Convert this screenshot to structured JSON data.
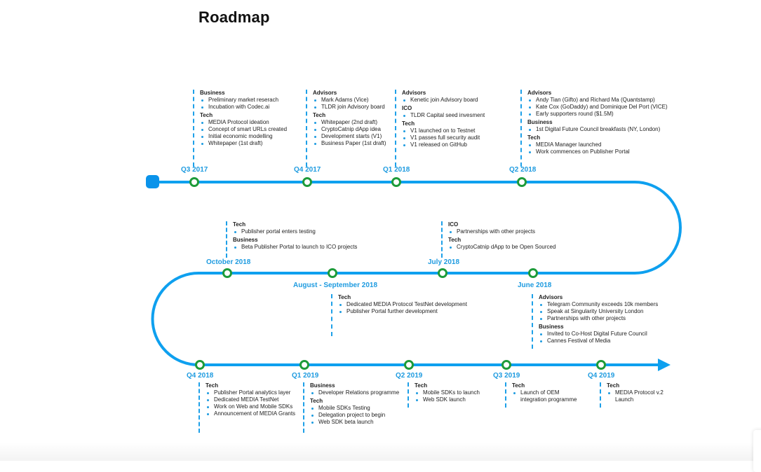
{
  "page": {
    "title": "Roadmap"
  },
  "colors": {
    "track": "#0ea0ef",
    "node_ring": "#1e9b3a",
    "label": "#1e9be0"
  },
  "milestones": [
    {
      "label": "Q3 2017",
      "sections": [
        {
          "category": "Business",
          "items": [
            "Preliminary market reserach",
            "Incubation with Codec.ai"
          ]
        },
        {
          "category": "Tech",
          "items": [
            "MEDIA Protocol ideation",
            "Concept of smart URLs created",
            "Initial economic modelling",
            "Whitepaper (1st draft)"
          ]
        }
      ]
    },
    {
      "label": "Q4 2017",
      "sections": [
        {
          "category": "Advisors",
          "items": [
            "Mark Adams (Vice)",
            "TLDR join Advisory board"
          ]
        },
        {
          "category": "Tech",
          "items": [
            "Whitepaper (2nd draft)",
            "CryptoCatnip dApp idea",
            "Development starts (V1)",
            "Business Paper (1st draft)"
          ]
        }
      ]
    },
    {
      "label": "Q1 2018",
      "sections": [
        {
          "category": "Advisors",
          "items": [
            "Kenetic join Advisory board"
          ]
        },
        {
          "category": "ICO",
          "items": [
            "TLDR Capital seed invesment"
          ]
        },
        {
          "category": "Tech",
          "items": [
            "V1 launched on to Testnet",
            "V1 passes full security audit",
            "V1 released on GitHub"
          ]
        }
      ]
    },
    {
      "label": "Q2 2018",
      "sections": [
        {
          "category": "Advisors",
          "items": [
            "Andy Tian (Gifto) and Richard Ma (Quantstamp)",
            "Kate Cox (GoDaddy) and Dominique Del Port (VICE)",
            "Early supporters round ($1.5M)"
          ]
        },
        {
          "category": "Business",
          "items": [
            "1st Digital Future Council breakfasts (NY, London)"
          ]
        },
        {
          "category": "Tech",
          "items": [
            "MEDIA Manager launched",
            "Work commences on Publisher Portal"
          ]
        }
      ]
    },
    {
      "label": "June 2018",
      "sections": [
        {
          "category": "Advisors",
          "items": [
            "Telegram Community exceeds 10k members",
            "Speak at Singularity University London",
            "Partnerships with other projects"
          ]
        },
        {
          "category": "Business",
          "items": [
            "Invited to Co-Host Digital Future Council",
            "Cannes Festival of Media"
          ]
        }
      ]
    },
    {
      "label": "July 2018",
      "sections": [
        {
          "category": "ICO",
          "items": [
            "Partnerships with other projects"
          ]
        },
        {
          "category": "Tech",
          "items": [
            "CryptoCatnip dApp to be Open Sourced"
          ]
        }
      ]
    },
    {
      "label": "August - September 2018",
      "sections": [
        {
          "category": "Tech",
          "items": [
            "Dedicated MEDIA Protocol TestNet development",
            "Publisher Portal further development"
          ]
        }
      ]
    },
    {
      "label": "October 2018",
      "sections": [
        {
          "category": "Tech",
          "items": [
            "Publisher portal enters testing"
          ]
        },
        {
          "category": "Business",
          "items": [
            "Beta Publisher Portal to launch to ICO projects"
          ]
        }
      ]
    },
    {
      "label": "Q4 2018",
      "sections": [
        {
          "category": "Tech",
          "items": [
            "Publisher Portal analytics layer",
            "Dedicated MEDIA TestNet",
            "Work on Web and Mobile SDKs",
            "Announcement of MEDIA Grants"
          ]
        }
      ]
    },
    {
      "label": "Q1 2019",
      "sections": [
        {
          "category": "Business",
          "items": [
            "Developer Relations programme"
          ]
        },
        {
          "category": "Tech",
          "items": [
            "Mobile SDKs Testing",
            "Delegation project to begin",
            "Web SDK beta launch"
          ]
        }
      ]
    },
    {
      "label": "Q2 2019",
      "sections": [
        {
          "category": "Tech",
          "items": [
            "Mobile SDKs to launch",
            "Web SDK launch"
          ]
        }
      ]
    },
    {
      "label": "Q3 2019",
      "sections": [
        {
          "category": "Tech",
          "items": [
            "Launch of OEM\nintegration programme"
          ]
        }
      ]
    },
    {
      "label": "Q4 2019",
      "sections": [
        {
          "category": "Tech",
          "items": [
            "MEDIA Protocol v.2\nLaunch"
          ]
        }
      ]
    }
  ]
}
